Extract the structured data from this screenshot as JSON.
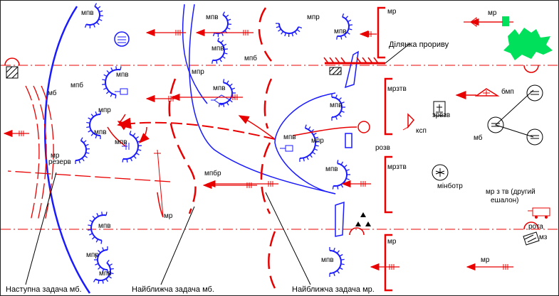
{
  "colors": {
    "own": "#1a1aff",
    "enemy": "#e80000",
    "line": "#000000",
    "accent": "#00e05a"
  },
  "labels": {
    "mpv": "мпв",
    "mpr": "мпр",
    "mpb": "мпб",
    "mb": "мб",
    "mr": "мр",
    "rezerv": "резерв",
    "mpbr": "мпбр",
    "mrztv": "мрзтв",
    "ksp": "ксп",
    "rozv": "розв",
    "zrvzv": "зрвзв",
    "bmp": "бмп",
    "minbotr": "мінботр",
    "mr_z_tv": "мр з тв (другий",
    "eshalon": "ешалон)",
    "rota": "рота",
    "mz": "мз",
    "dilyanka": "Ділянка прориву"
  },
  "captions": {
    "nastupna_mb": "Наступна задача мб.",
    "nayblyzhcha_mb": "Найближча задача мб.",
    "nayblyzhcha_mr": "Найближча задача мр."
  }
}
